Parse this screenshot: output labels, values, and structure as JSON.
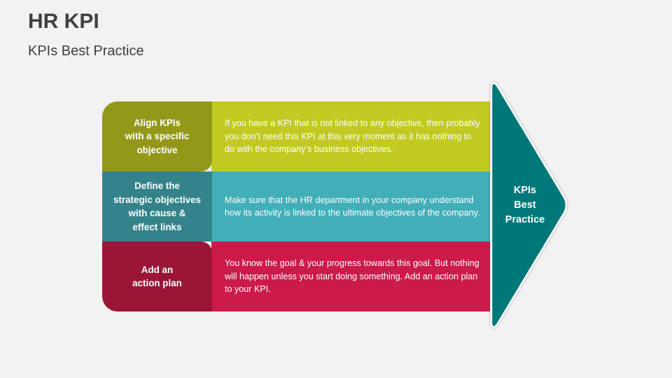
{
  "header": {
    "title": "HR KPI",
    "subtitle": "KPIs Best Practice"
  },
  "rows": [
    {
      "label": "Align KPIs with a specific objective",
      "label_lines": [
        "Align KPIs",
        "with a specific",
        "objective"
      ],
      "description": "If you have a KPI that is not linked to any objective, then probably you don’t need this KPI at this very moment as it has nothing to do with the company’s business objectives.",
      "label_color": "#949819",
      "description_color": "#c2c923"
    },
    {
      "label": "Define the strategic objectives with cause & effect links",
      "label_lines": [
        "Define the",
        "strategic objectives",
        "with cause &",
        "effect links"
      ],
      "description": "Make sure that the HR department in your company understand how its activity is linked to the ultimate objectives of the company.",
      "label_color": "#34838a",
      "description_color": "#41aeb8"
    },
    {
      "label": "Add an action plan",
      "label_lines": [
        "Add an",
        "action plan"
      ],
      "description": "You know the goal & your progress towards this goal. But nothing will happen unless you start doing something. Add an action plan to your KPI.",
      "label_color": "#9b1536",
      "description_color": "#cc1a4b"
    }
  ],
  "arrow": {
    "label_lines": [
      "KPIs",
      "Best",
      "Practice"
    ],
    "color": "#00787a",
    "outline": "#ffffff"
  }
}
